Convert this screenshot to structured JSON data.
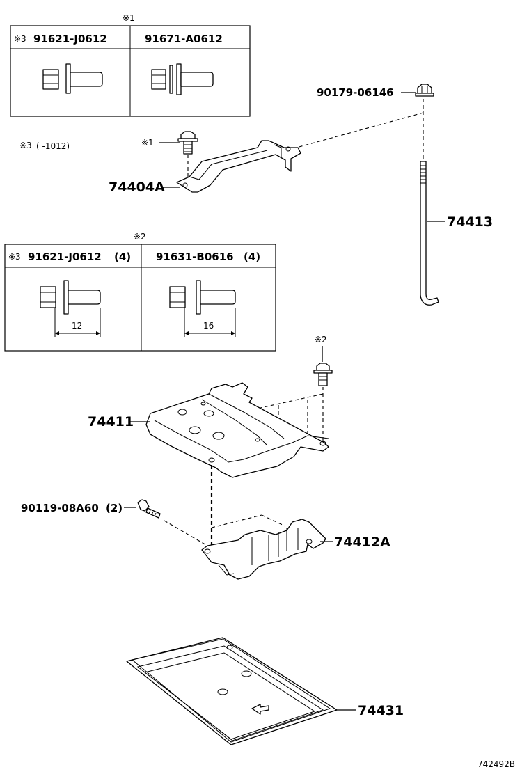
{
  "note_marker_1": "※1",
  "note_marker_2": "※2",
  "table1": {
    "col1_mark": "※3",
    "col1_part": "91621-J0612",
    "col2_part": "91671-A0612"
  },
  "note3": {
    "mark": "※3",
    "text": "(      -1012)"
  },
  "table2": {
    "col1_mark": "※3",
    "col1_part": "91621-J0612",
    "col1_qty": "(4)",
    "col2_part": "91631-B0616",
    "col2_qty": "(4)",
    "dim1": "12",
    "dim2": "16"
  },
  "callouts": {
    "p90179": "90179-06146",
    "p74404A": "74404A",
    "p74413": "74413",
    "p74411": "74411",
    "p90119": "90119-08A60",
    "p90119_qty": "(2)",
    "p74412A": "74412A",
    "p74431": "74431",
    "bolt1_mark": "※1",
    "bolt2_mark": "※2"
  },
  "figure_id": "742492B"
}
